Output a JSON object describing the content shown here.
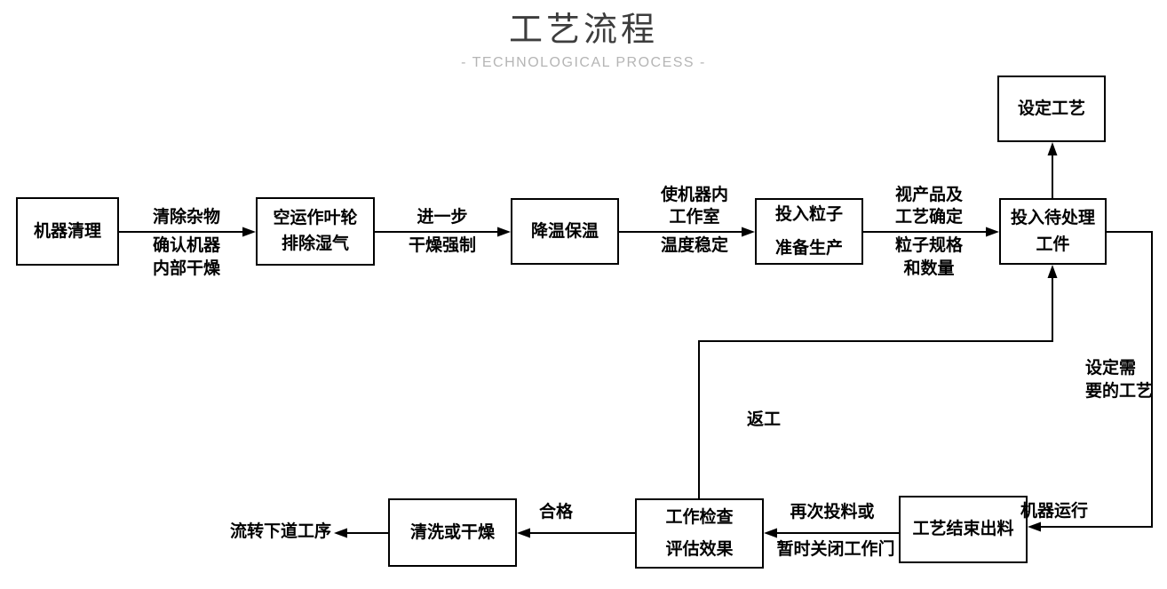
{
  "header": {
    "title": "工艺流程",
    "subtitle": "- TECHNOLOGICAL PROCESS -"
  },
  "diagram_type": "flowchart",
  "nodes": {
    "set_process": "设定工艺",
    "machine_clean": "机器清理",
    "impeller_run": "空运作叶轮\n排除湿气",
    "cool_keep": "降温保温",
    "add_particles": "投入粒子\n准备生产",
    "add_workpiece": "投入待处理\n工件",
    "process_end": "工艺结束出料",
    "work_check": "工作检查\n评估效果",
    "clean_or_dry": "清洗或干燥",
    "next_step": "流转下道工序"
  },
  "edges": {
    "clean_above": "清除杂物",
    "clean_below": "确认机器\n内部干燥",
    "further_above": "进一步",
    "further_below": "干燥强制",
    "stable_above": "使机器内\n工作室",
    "stable_below": "温度稳定",
    "product_above": "视产品及\n工艺确定",
    "product_below": "粒子规格\n和数量",
    "need_process": "设定需\n要的工艺",
    "rework": "返工",
    "machine_run": "机器运行",
    "refeed_above": "再次投料或",
    "refeed_below": "暂时关闭工作门",
    "qualified": "合格"
  },
  "colors": {
    "line": "#000000",
    "box_border": "#000000",
    "box_text": "#000000",
    "title": "#3d3d3d",
    "subtitle": "#b5b5b5",
    "background": "#ffffff"
  }
}
